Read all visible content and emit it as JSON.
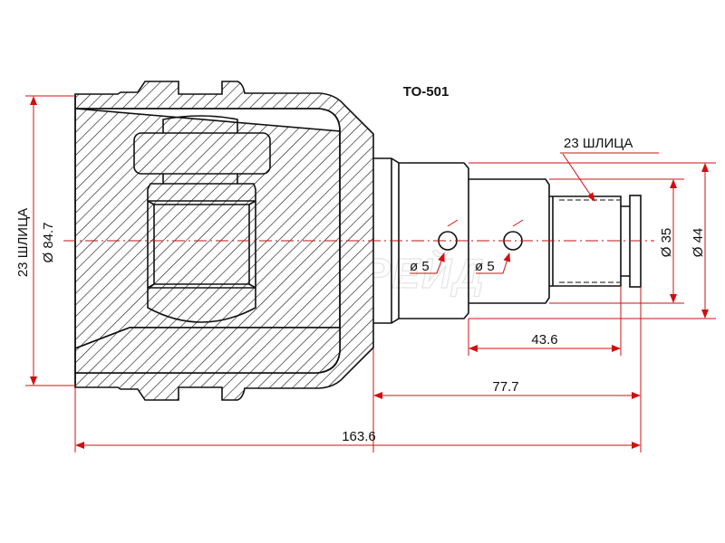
{
  "title": "TO-501",
  "watermark": "АВТОТРЕЙД",
  "labels": {
    "outer_splines": "23 ШЛИЦА",
    "outer_diameter": "Ø 84.7",
    "shaft_splines": "23 ШЛИЦА",
    "hole1": "ø 5",
    "hole2": "ø 5",
    "dia35": "Ø 35",
    "dia44": "Ø 44",
    "len43": "43.6",
    "len77": "77.7",
    "len163": "163.6"
  },
  "colors": {
    "dimension": "#d01010",
    "outline": "#111111"
  }
}
